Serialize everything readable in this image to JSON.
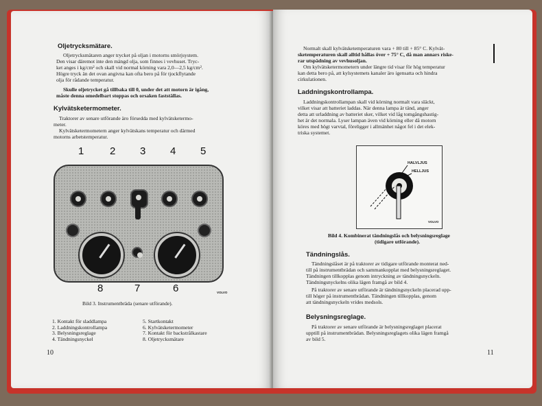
{
  "left_page": {
    "oil_heading": "Oljetrycksmätare.",
    "oil_lines": [
      "Oljetrycksmätaren anger trycket på oljan i motorns smörjsystem.",
      "Den visar däremot inte den mängd olja, som finnes i vevhuset. Tryc-",
      "ket anges i kg/cm² och skall vid normal körning vara 2,0—2,5 kg/cm².",
      "Högre tryck än det ovan angivna kan ofta bero på för tjockflytande",
      "olja för rådande temperatur."
    ],
    "oil_warning_lines": [
      "Skulle oljetrycket gå tillbaka till 0, under det att motorn är igång,",
      "måste denna omedelbart stoppas och orsaken fastställas."
    ],
    "coolant_heading": "Kylvätsketermometer.",
    "coolant_lines": [
      "Traktorer av senare utförande äro försedda med kylvätsketermo-",
      "meter.",
      "Kylvätsketermometern anger kylvätskans temperatur och därmed",
      "motorns arbetstemperatur."
    ],
    "figure_numbers": [
      "1",
      "2",
      "3",
      "4",
      "5",
      "8",
      "7",
      "6"
    ],
    "figure_caption": "Bild 3.  Instrumentbräda (senare utförande).",
    "volvo_mark": "VOLVO",
    "legend_left": [
      "1.  Kontakt för sladdlampa",
      "2.  Laddningskontrollampa",
      "3.  Belysningsreglage",
      "4.  Tändningsnyckel"
    ],
    "legend_right": [
      "5.  Startkontakt",
      "6.  Kylvätsketermometer",
      "7.  Kontakt för backstrålkastare",
      "8.  Oljetrycksmätare"
    ],
    "page_number": "10"
  },
  "right_page": {
    "temp_lines": [
      "Normalt skall kylvätsketemperaturen vara + 80 till + 85° C. Kylvät-",
      "sketemperaturen skall alltid hållas över + 75° C, då man annars riske-",
      "rar utspädning av vevhusoljan.",
      "Om kylvätsketermometern under längre tid visar för hög temperatur",
      "kan detta bero på, att kylsystemets kanaler äro igensatta och hindra",
      "cirkulationen."
    ],
    "charge_heading": "Laddningskontrollampa.",
    "charge_lines": [
      "Laddningskontrollampan skall vid körning normalt vara släckt,",
      "vilket visar att batteriet laddas. När denna lampa är tänd, anger",
      "detta att urladdning av batteriet sker, vilket vid låg tomgångshastig-",
      "het är det normala. Lyser lampan även vid körning eller då motorn",
      "köres med högt varvtal, föreligger i allmänhet något fel i det elek-",
      "triska systemet."
    ],
    "switch_labels": [
      "HALVLJUS",
      "HELLJUS"
    ],
    "figure_caption": [
      "Bild 4.  Kombinerat tändningslås och belysningsreglage",
      "(tidigare utförande)."
    ],
    "volvo_mark": "VOLVO",
    "ignition_heading": "Tändningslås.",
    "ignition_lines": [
      "Tändningslåset är på traktorer av tidigare utförande monterat ned-",
      "till på instrumentbrädan och sammankopplat med belysningsreglaget.",
      "Tändningen tillkopplas genom intryckning av tändningsnyckeln.",
      "Tändningsnyckelns olika lägen framgå av bild 4.",
      "På traktorer av senare utförande är tändningsnyckeln placerad upp-",
      "till höger på instrumentbrädan. Tändningen tillkopplas, genom",
      "att tändningsnyckeln vrides medsols."
    ],
    "lighting_heading": "Belysningsreglage.",
    "lighting_lines": [
      "På traktorer av senare utförande är belysningsreglaget placerat",
      "upptill på instrumentbrädan. Belysningsreglagets olika lägen framgå",
      "av bild 5."
    ],
    "page_number": "11"
  }
}
